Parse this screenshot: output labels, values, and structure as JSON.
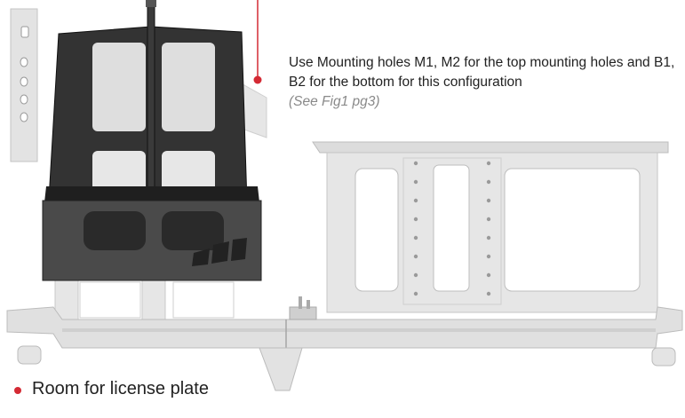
{
  "callout": {
    "text": "Use Mounting holes M1, M2 for the top mounting holes and B1, B2 for the bottom for this configuration",
    "reference": "(See Fig1 pg3)"
  },
  "bullet": {
    "text": "Room for license plate"
  },
  "colors": {
    "accent": "#d42a34",
    "carrier_silver": "#e2e2e2",
    "carrier_edge": "#bdbdbd",
    "basket_black": "#2b2b2b",
    "basket_panel": "#4a4a4a"
  },
  "icons": {
    "logo": "basket-logo-mark",
    "bullet": "red-dot-bullet"
  }
}
